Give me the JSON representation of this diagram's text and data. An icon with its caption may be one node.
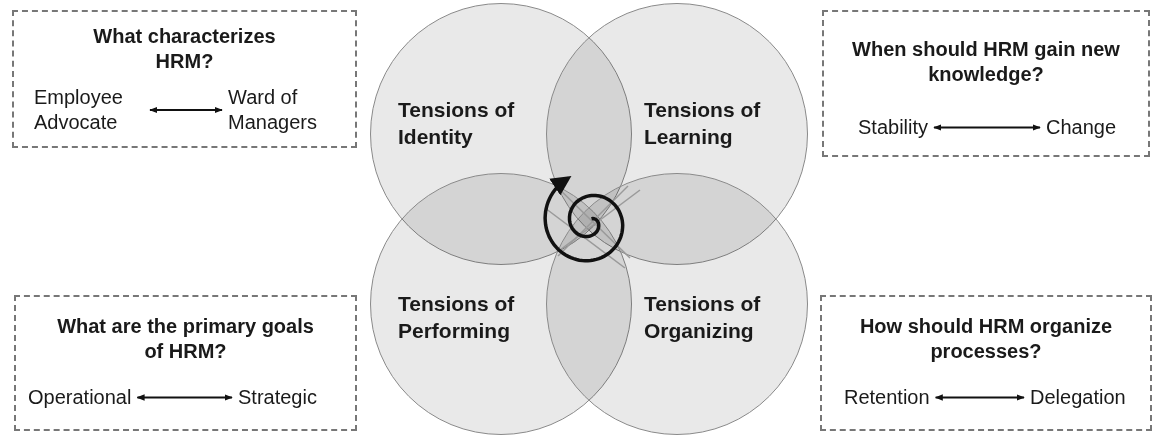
{
  "diagram": {
    "nodes": [
      {
        "text": [
          "What characterizes HRM?"
        ]
      },
      {
        "text": [
          "Employee Advocate"
        ],
        "in": 0
      },
      {
        "text": [
          "Ward of Managers"
        ],
        "in": 0
      },
      {
        "text": [
          "When should HRM gain new knowledge?"
        ]
      },
      {
        "text": [
          "Stability"
        ],
        "in": 3
      },
      {
        "text": [
          "Change"
        ],
        "in": 3
      },
      {
        "text": [
          "Tensions of Identity"
        ]
      },
      {
        "text": [
          "Tensions of Learning"
        ]
      },
      {
        "text": [
          "Tensions of Performing"
        ]
      },
      {
        "text": [
          "Tensions of Organizing"
        ]
      },
      {
        "text": [
          "What are the primary goals of HRM?"
        ]
      },
      {
        "text": [
          "Operational"
        ],
        "in": 10
      },
      {
        "text": [
          "Strategic"
        ],
        "in": 10
      },
      {
        "text": [
          "How should HRM organize processes?"
        ]
      },
      {
        "text": [
          "Retention"
        ],
        "in": 13
      },
      {
        "text": [
          "Delegation"
        ],
        "in": 13
      }
    ],
    "edges": [
      {
        "from": 1,
        "to": 2,
        "arrow": "both"
      },
      {
        "from": 4,
        "to": 5,
        "arrow": "both"
      },
      {
        "from": 11,
        "to": 12,
        "arrow": "both"
      },
      {
        "from": 14,
        "to": 15,
        "arrow": "both"
      }
    ]
  }
}
